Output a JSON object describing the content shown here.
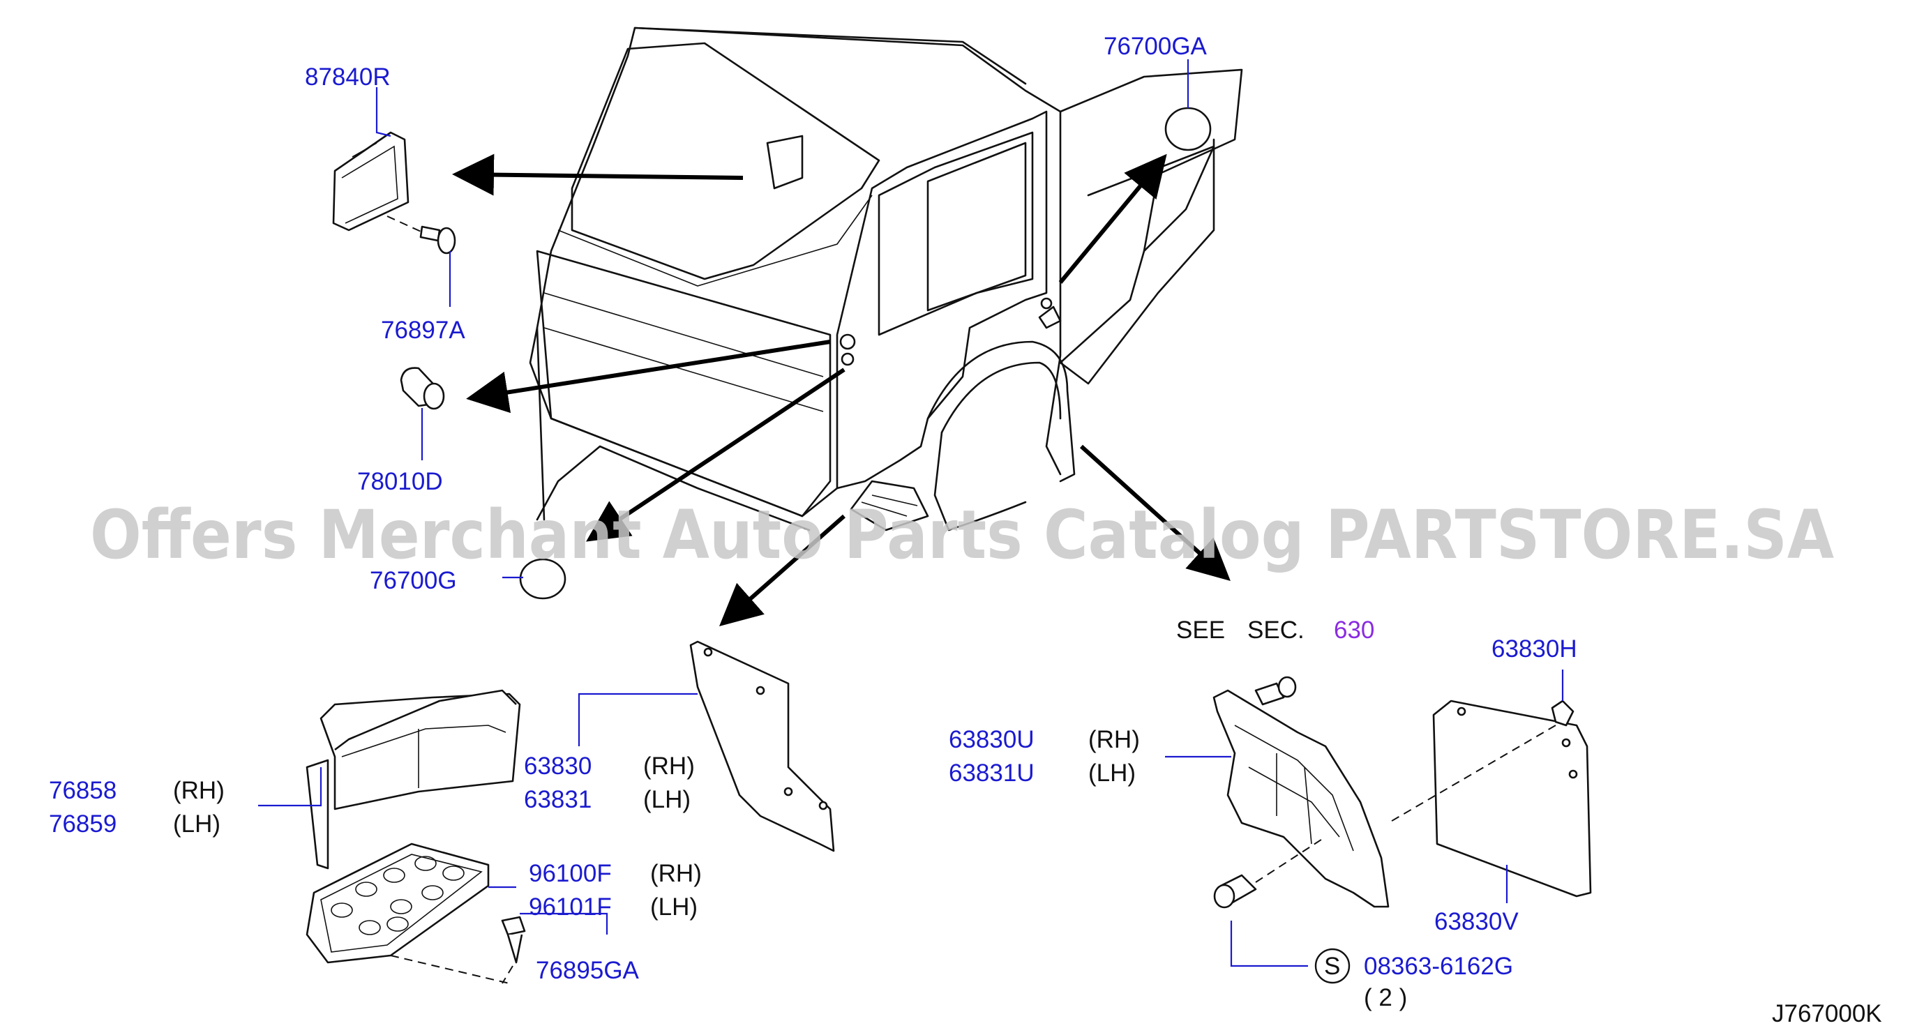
{
  "watermark": "Offers Merchant Auto Parts Catalog PARTSTORE.SA",
  "diagram_code": "J767000K",
  "see_section": {
    "see": "SEE",
    "sec": "SEC.",
    "number": "630"
  },
  "parts": {
    "p87840R": "87840R",
    "p76897A": "76897A",
    "p78010D": "78010D",
    "p76700G": "76700G",
    "p76700GA": "76700GA",
    "p76858": "76858",
    "p76859": "76859",
    "p63830": "63830",
    "p63831": "63831",
    "p96100F": "96100F",
    "p96101F": "96101F",
    "p76895GA": "76895GA",
    "p63830U": "63830U",
    "p63831U": "63831U",
    "p63830H": "63830H",
    "p63830V": "63830V",
    "p08363": "08363-6162G"
  },
  "sides": {
    "rh": "(RH)",
    "lh": "(LH)"
  },
  "fastener": {
    "symbol": "S",
    "quantity": "( 2 )"
  },
  "colors": {
    "part_number": "#1a1ad0",
    "section_number": "#8a2be2",
    "watermark": "#c8c8c8"
  }
}
